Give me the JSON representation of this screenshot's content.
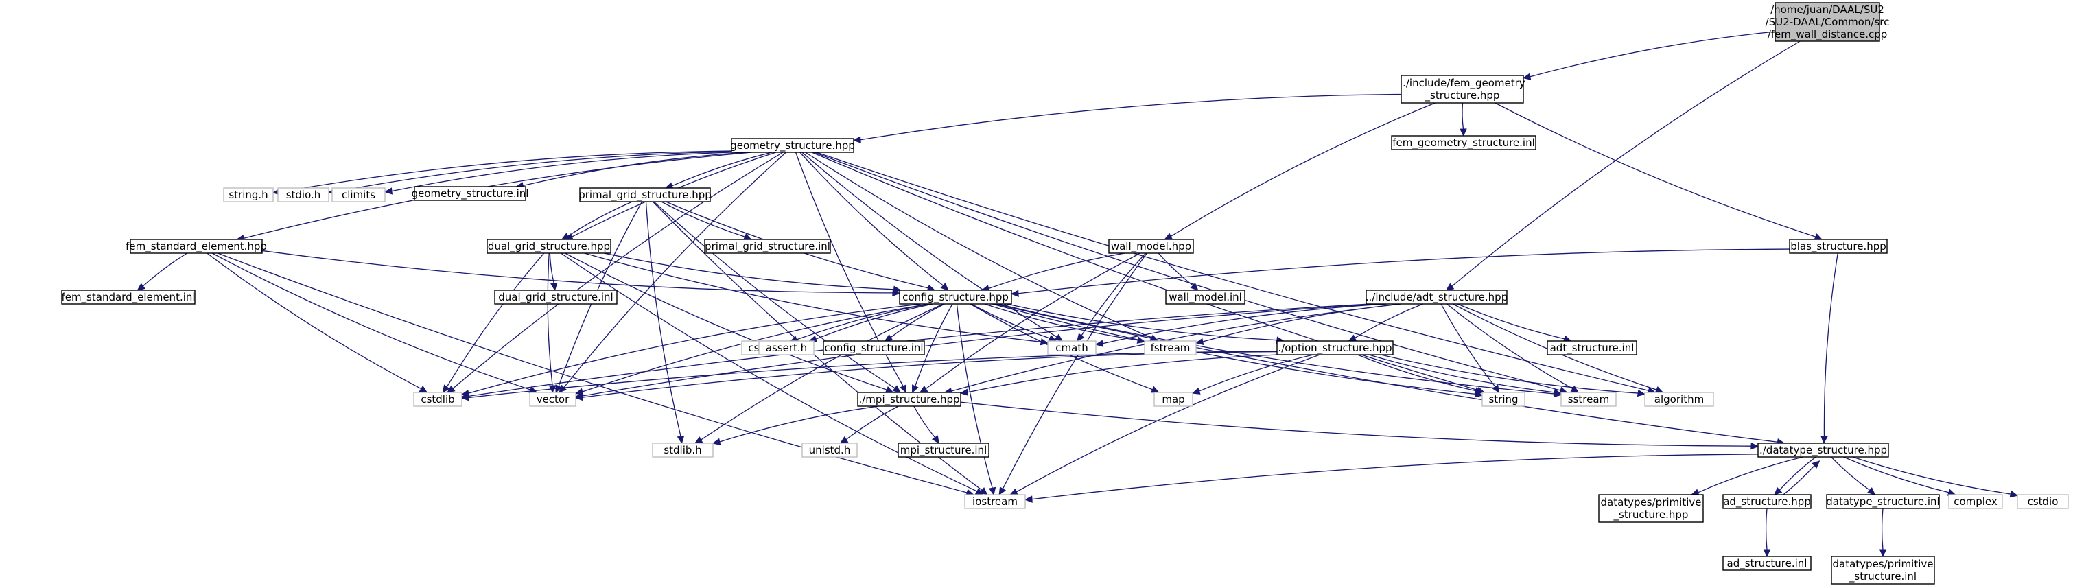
{
  "colors": {
    "edge": "#191970",
    "root_fill": "#bfbfbf",
    "root_stroke": "#000000",
    "documented_fill": "#ffffff",
    "documented_stroke": "#000000",
    "external_fill": "#ffffff",
    "external_stroke": "#bfbfbf"
  },
  "nodes": {
    "root": {
      "kind": "root",
      "lines": [
        "/home/juan/DAAL/SU2",
        "/SU2-DAAL/Common/src",
        "/fem_wall_distance.cpp"
      ]
    },
    "fem_geometry_structure_hpp": {
      "kind": "documented",
      "lines": [
        "../include/fem_geometry",
        "_structure.hpp"
      ]
    },
    "geometry_structure_hpp": {
      "kind": "documented",
      "lines": [
        "geometry_structure.hpp"
      ]
    },
    "fem_geometry_structure_inl": {
      "kind": "documented",
      "lines": [
        "fem_geometry_structure.inl"
      ]
    },
    "string_h": {
      "kind": "external",
      "lines": [
        "string.h"
      ]
    },
    "stdio_h": {
      "kind": "external",
      "lines": [
        "stdio.h"
      ]
    },
    "climits": {
      "kind": "external",
      "lines": [
        "climits"
      ]
    },
    "geometry_structure_inl": {
      "kind": "documented",
      "lines": [
        "geometry_structure.inl"
      ]
    },
    "primal_grid_structure_hpp": {
      "kind": "documented",
      "lines": [
        "primal_grid_structure.hpp"
      ]
    },
    "fem_standard_element_hpp": {
      "kind": "documented",
      "lines": [
        "fem_standard_element.hpp"
      ]
    },
    "dual_grid_structure_hpp": {
      "kind": "documented",
      "lines": [
        "dual_grid_structure.hpp"
      ]
    },
    "primal_grid_structure_inl": {
      "kind": "documented",
      "lines": [
        "primal_grid_structure.inl"
      ]
    },
    "wall_model_hpp": {
      "kind": "documented",
      "lines": [
        "wall_model.hpp"
      ]
    },
    "blas_structure_hpp": {
      "kind": "documented",
      "lines": [
        "blas_structure.hpp"
      ]
    },
    "fem_standard_element_inl": {
      "kind": "documented",
      "lines": [
        "fem_standard_element.inl"
      ]
    },
    "dual_grid_structure_inl": {
      "kind": "documented",
      "lines": [
        "dual_grid_structure.inl"
      ]
    },
    "wall_model_inl": {
      "kind": "documented",
      "lines": [
        "wall_model.inl"
      ]
    },
    "config_structure_hpp": {
      "kind": "documented",
      "lines": [
        "config_structure.hpp"
      ]
    },
    "adt_structure_hpp": {
      "kind": "documented",
      "lines": [
        "../include/adt_structure.hpp"
      ]
    },
    "cstring": {
      "kind": "external",
      "lines": [
        "cstring"
      ]
    },
    "assert_h": {
      "kind": "external",
      "lines": [
        "assert.h"
      ]
    },
    "config_structure_inl": {
      "kind": "documented",
      "lines": [
        "config_structure.inl"
      ]
    },
    "cmath": {
      "kind": "external",
      "lines": [
        "cmath"
      ]
    },
    "fstream": {
      "kind": "external",
      "lines": [
        "fstream"
      ]
    },
    "option_structure_hpp": {
      "kind": "documented",
      "lines": [
        "./option_structure.hpp"
      ]
    },
    "adt_structure_inl": {
      "kind": "documented",
      "lines": [
        "adt_structure.inl"
      ]
    },
    "cstdlib": {
      "kind": "external",
      "lines": [
        "cstdlib"
      ]
    },
    "vector": {
      "kind": "external",
      "lines": [
        "vector"
      ]
    },
    "mpi_structure_hpp": {
      "kind": "documented",
      "lines": [
        "./mpi_structure.hpp"
      ]
    },
    "map": {
      "kind": "external",
      "lines": [
        "map"
      ]
    },
    "string": {
      "kind": "external",
      "lines": [
        "string"
      ]
    },
    "sstream": {
      "kind": "external",
      "lines": [
        "sstream"
      ]
    },
    "algorithm": {
      "kind": "external",
      "lines": [
        "algorithm"
      ]
    },
    "stdlib_h": {
      "kind": "external",
      "lines": [
        "stdlib.h"
      ]
    },
    "unistd_h": {
      "kind": "external",
      "lines": [
        "unistd.h"
      ]
    },
    "mpi_structure_inl": {
      "kind": "documented",
      "lines": [
        "mpi_structure.inl"
      ]
    },
    "datatype_structure_hpp": {
      "kind": "documented",
      "lines": [
        "./datatype_structure.hpp"
      ]
    },
    "iostream": {
      "kind": "external",
      "lines": [
        "iostream"
      ]
    },
    "datatypes_primitive_hpp": {
      "kind": "documented",
      "lines": [
        "datatypes/primitive",
        "_structure.hpp"
      ]
    },
    "ad_structure_hpp": {
      "kind": "documented",
      "lines": [
        "ad_structure.hpp"
      ]
    },
    "datatype_structure_inl": {
      "kind": "documented",
      "lines": [
        "datatype_structure.inl"
      ]
    },
    "complex": {
      "kind": "external",
      "lines": [
        "complex"
      ]
    },
    "cstdio": {
      "kind": "external",
      "lines": [
        "cstdio"
      ]
    },
    "ad_structure_inl": {
      "kind": "documented",
      "lines": [
        "ad_structure.inl"
      ]
    },
    "datatypes_primitive_inl": {
      "kind": "documented",
      "lines": [
        "datatypes/primitive",
        "_structure.inl"
      ]
    }
  },
  "edges": [
    [
      "root",
      "fem_geometry_structure_hpp"
    ],
    [
      "root",
      "adt_structure_hpp"
    ],
    [
      "fem_geometry_structure_hpp",
      "geometry_structure_hpp"
    ],
    [
      "fem_geometry_structure_hpp",
      "fem_geometry_structure_inl"
    ],
    [
      "fem_geometry_structure_hpp",
      "wall_model_hpp"
    ],
    [
      "fem_geometry_structure_hpp",
      "blas_structure_hpp"
    ],
    [
      "geometry_structure_hpp",
      "string_h"
    ],
    [
      "geometry_structure_hpp",
      "stdio_h"
    ],
    [
      "geometry_structure_hpp",
      "climits"
    ],
    [
      "geometry_structure_hpp",
      "geometry_structure_inl"
    ],
    [
      "geometry_structure_hpp",
      "primal_grid_structure_hpp"
    ],
    [
      "geometry_structure_hpp",
      "fem_standard_element_hpp"
    ],
    [
      "geometry_structure_hpp",
      "dual_grid_structure_hpp"
    ],
    [
      "geometry_structure_hpp",
      "config_structure_hpp"
    ],
    [
      "geometry_structure_hpp",
      "mpi_structure_hpp"
    ],
    [
      "geometry_structure_hpp",
      "cmath"
    ],
    [
      "geometry_structure_hpp",
      "fstream"
    ],
    [
      "geometry_structure_hpp",
      "string"
    ],
    [
      "geometry_structure_hpp",
      "sstream"
    ],
    [
      "geometry_structure_hpp",
      "algorithm"
    ],
    [
      "geometry_structure_hpp",
      "cstdlib"
    ],
    [
      "geometry_structure_hpp",
      "vector"
    ],
    [
      "primal_grid_structure_hpp",
      "primal_grid_structure_inl"
    ],
    [
      "primal_grid_structure_hpp",
      "dual_grid_structure_hpp"
    ],
    [
      "primal_grid_structure_hpp",
      "config_structure_hpp"
    ],
    [
      "primal_grid_structure_hpp",
      "mpi_structure_hpp"
    ],
    [
      "primal_grid_structure_hpp",
      "iostream"
    ],
    [
      "primal_grid_structure_hpp",
      "vector"
    ],
    [
      "primal_grid_structure_hpp",
      "stdlib_h"
    ],
    [
      "fem_standard_element_hpp",
      "fem_standard_element_inl"
    ],
    [
      "fem_standard_element_hpp",
      "config_structure_hpp"
    ],
    [
      "fem_standard_element_hpp",
      "cstdlib"
    ],
    [
      "fem_standard_element_hpp",
      "vector"
    ],
    [
      "fem_standard_element_hpp",
      "iostream"
    ],
    [
      "dual_grid_structure_hpp",
      "dual_grid_structure_inl"
    ],
    [
      "dual_grid_structure_hpp",
      "config_structure_hpp"
    ],
    [
      "dual_grid_structure_hpp",
      "mpi_structure_hpp"
    ],
    [
      "dual_grid_structure_hpp",
      "cmath"
    ],
    [
      "dual_grid_structure_hpp",
      "iostream"
    ],
    [
      "dual_grid_structure_hpp",
      "vector"
    ],
    [
      "dual_grid_structure_hpp",
      "cstdlib"
    ],
    [
      "wall_model_hpp",
      "wall_model_inl"
    ],
    [
      "wall_model_hpp",
      "config_structure_hpp"
    ],
    [
      "wall_model_hpp",
      "mpi_structure_hpp"
    ],
    [
      "wall_model_hpp",
      "cmath"
    ],
    [
      "wall_model_hpp",
      "iostream"
    ],
    [
      "blas_structure_hpp",
      "config_structure_hpp"
    ],
    [
      "blas_structure_hpp",
      "datatype_structure_hpp"
    ],
    [
      "config_structure_hpp",
      "cstring"
    ],
    [
      "config_structure_hpp",
      "assert_h"
    ],
    [
      "config_structure_hpp",
      "config_structure_inl"
    ],
    [
      "config_structure_hpp",
      "cmath"
    ],
    [
      "config_structure_hpp",
      "fstream"
    ],
    [
      "config_structure_hpp",
      "option_structure_hpp"
    ],
    [
      "config_structure_hpp",
      "mpi_structure_hpp"
    ],
    [
      "config_structure_hpp",
      "map"
    ],
    [
      "config_structure_hpp",
      "string"
    ],
    [
      "config_structure_hpp",
      "sstream"
    ],
    [
      "config_structure_hpp",
      "cstdlib"
    ],
    [
      "config_structure_hpp",
      "vector"
    ],
    [
      "config_structure_hpp",
      "stdlib_h"
    ],
    [
      "config_structure_hpp",
      "iostream"
    ],
    [
      "config_structure_hpp",
      "datatype_structure_hpp"
    ],
    [
      "adt_structure_hpp",
      "adt_structure_inl"
    ],
    [
      "adt_structure_hpp",
      "option_structure_hpp"
    ],
    [
      "adt_structure_hpp",
      "mpi_structure_hpp"
    ],
    [
      "adt_structure_hpp",
      "cmath"
    ],
    [
      "adt_structure_hpp",
      "fstream"
    ],
    [
      "adt_structure_hpp",
      "string"
    ],
    [
      "adt_structure_hpp",
      "sstream"
    ],
    [
      "adt_structure_hpp",
      "algorithm"
    ],
    [
      "adt_structure_hpp",
      "vector"
    ],
    [
      "adt_structure_hpp",
      "cstdlib"
    ],
    [
      "option_structure_hpp",
      "mpi_structure_hpp"
    ],
    [
      "option_structure_hpp",
      "map"
    ],
    [
      "option_structure_hpp",
      "string"
    ],
    [
      "option_structure_hpp",
      "sstream"
    ],
    [
      "option_structure_hpp",
      "algorithm"
    ],
    [
      "option_structure_hpp",
      "vector"
    ],
    [
      "option_structure_hpp",
      "cstdlib"
    ],
    [
      "option_structure_hpp",
      "iostream"
    ],
    [
      "mpi_structure_hpp",
      "stdlib_h"
    ],
    [
      "mpi_structure_hpp",
      "unistd_h"
    ],
    [
      "mpi_structure_hpp",
      "mpi_structure_inl"
    ],
    [
      "mpi_structure_hpp",
      "datatype_structure_hpp"
    ],
    [
      "datatype_structure_hpp",
      "iostream"
    ],
    [
      "datatype_structure_hpp",
      "datatypes_primitive_hpp"
    ],
    [
      "datatype_structure_hpp",
      "ad_structure_hpp"
    ],
    [
      "datatype_structure_hpp",
      "datatype_structure_inl"
    ],
    [
      "datatype_structure_hpp",
      "complex"
    ],
    [
      "datatype_structure_hpp",
      "cstdio"
    ],
    [
      "ad_structure_hpp",
      "datatype_structure_hpp"
    ],
    [
      "ad_structure_hpp",
      "ad_structure_inl"
    ],
    [
      "datatype_structure_inl",
      "datatypes_primitive_inl"
    ]
  ]
}
